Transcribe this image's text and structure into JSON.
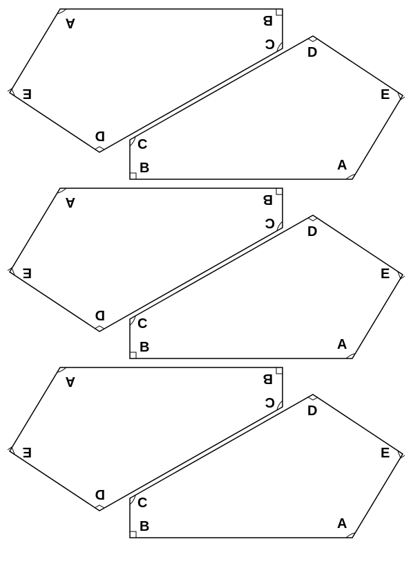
{
  "rows": [
    {
      "upper_pentagon_labels": {
        "A": "A",
        "B": "B",
        "C": "C",
        "D": "D",
        "E": "E"
      },
      "lower_pentagon_labels": {
        "A": "A",
        "B": "B",
        "C": "C",
        "D": "D",
        "E": "E"
      }
    },
    {
      "upper_pentagon_labels": {
        "A": "A",
        "B": "B",
        "C": "C",
        "D": "D",
        "E": "E"
      },
      "lower_pentagon_labels": {
        "A": "A",
        "B": "B",
        "C": "C",
        "D": "D",
        "E": "E"
      }
    },
    {
      "upper_pentagon_labels": {
        "A": "A",
        "B": "B",
        "C": "C",
        "D": "D",
        "E": "E"
      },
      "lower_pentagon_labels": {
        "A": "A",
        "B": "B",
        "C": "C",
        "D": "D",
        "E": "E"
      }
    }
  ],
  "colors": {
    "stroke": "#000000",
    "background": "#ffffff"
  }
}
